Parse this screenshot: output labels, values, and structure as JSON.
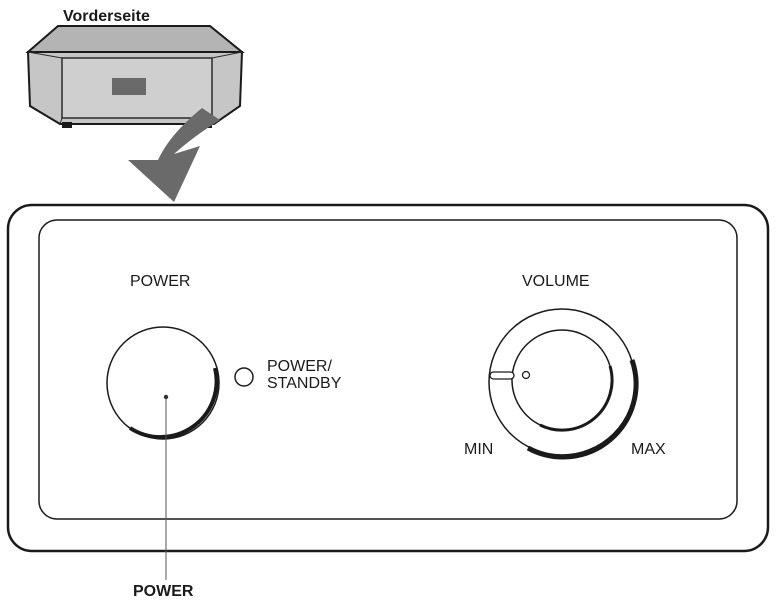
{
  "labels": {
    "front_view": "Vorderseite",
    "power_knob": "POWER",
    "indicator_line1": "POWER/",
    "indicator_line2": "STANDBY",
    "volume_knob": "VOLUME",
    "volume_min": "MIN",
    "volume_max": "MAX",
    "power_callout": "POWER"
  }
}
